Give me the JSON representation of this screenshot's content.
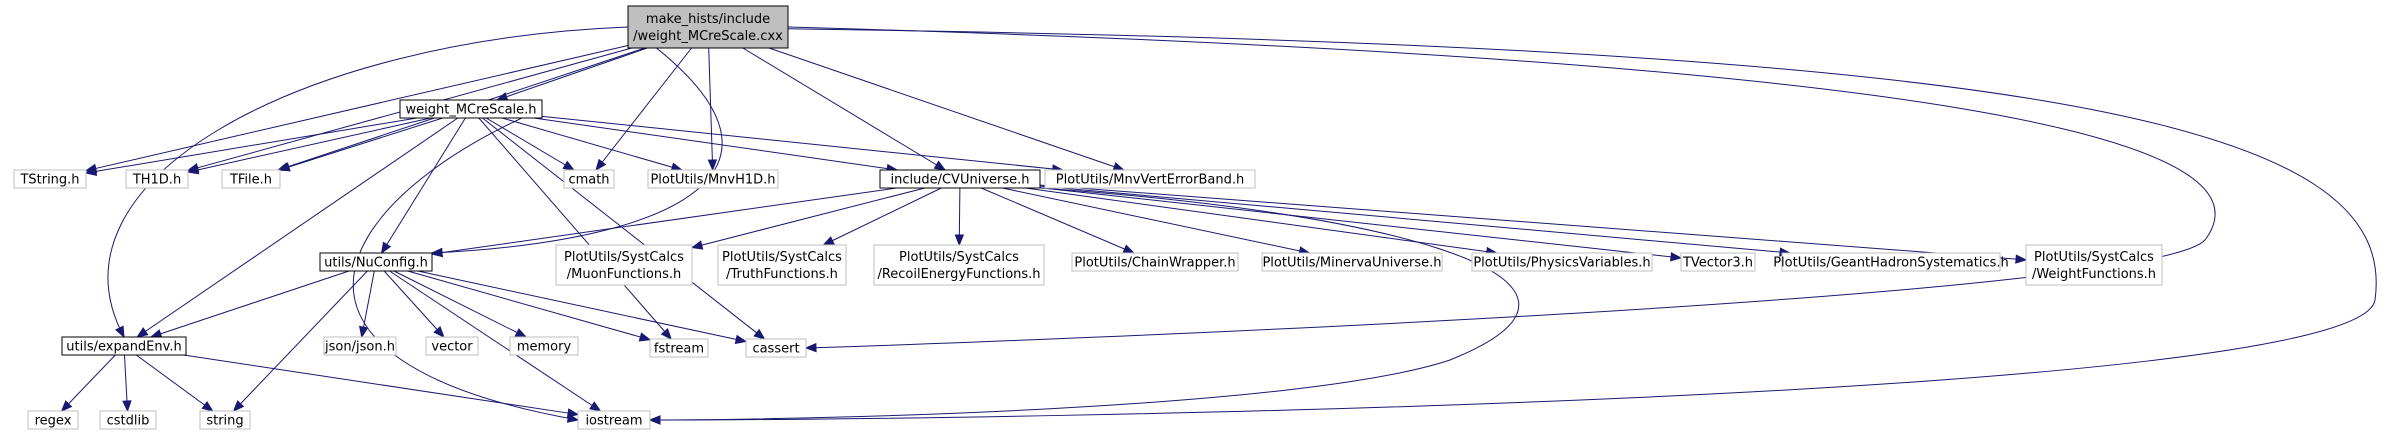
{
  "colors": {
    "root_fill": "#bfbfbf",
    "edge": "#191970",
    "documented_border": "#000000",
    "external_border": "#bfbfbf",
    "external_text": "#404040",
    "documented_text": "#000000"
  },
  "nodes": [
    {
      "id": "root",
      "lines": [
        "make_hists/include",
        "/weight_MCreScale.cxx"
      ],
      "kind": "root"
    },
    {
      "id": "weight_h",
      "lines": [
        "weight_MCreScale.h"
      ],
      "kind": "documented"
    },
    {
      "id": "cvuniverse",
      "lines": [
        "include/CVUniverse.h"
      ],
      "kind": "documented"
    },
    {
      "id": "nuconfig",
      "lines": [
        "utils/NuConfig.h"
      ],
      "kind": "documented"
    },
    {
      "id": "expandenv",
      "lines": [
        "utils/expandEnv.h"
      ],
      "kind": "documented"
    },
    {
      "id": "tstring",
      "lines": [
        "TString.h"
      ],
      "kind": "external"
    },
    {
      "id": "th1d",
      "lines": [
        "TH1D.h"
      ],
      "kind": "external"
    },
    {
      "id": "tfile",
      "lines": [
        "TFile.h"
      ],
      "kind": "external"
    },
    {
      "id": "cmath",
      "lines": [
        "cmath"
      ],
      "kind": "external"
    },
    {
      "id": "mnvh1d",
      "lines": [
        "PlotUtils/MnvH1D.h"
      ],
      "kind": "external"
    },
    {
      "id": "mnvvert",
      "lines": [
        "PlotUtils/MnvVertErrorBand.h"
      ],
      "kind": "external"
    },
    {
      "id": "muonfunc",
      "lines": [
        "PlotUtils/SystCalcs",
        "/MuonFunctions.h"
      ],
      "kind": "external"
    },
    {
      "id": "truthfunc",
      "lines": [
        "PlotUtils/SystCalcs",
        "/TruthFunctions.h"
      ],
      "kind": "external"
    },
    {
      "id": "recoilfunc",
      "lines": [
        "PlotUtils/SystCalcs",
        "/RecoilEnergyFunctions.h"
      ],
      "kind": "external"
    },
    {
      "id": "chainwrapper",
      "lines": [
        "PlotUtils/ChainWrapper.h"
      ],
      "kind": "external"
    },
    {
      "id": "minervauniverse",
      "lines": [
        "PlotUtils/MinervaUniverse.h"
      ],
      "kind": "external"
    },
    {
      "id": "physicsvars",
      "lines": [
        "PlotUtils/PhysicsVariables.h"
      ],
      "kind": "external"
    },
    {
      "id": "tvector3",
      "lines": [
        "TVector3.h"
      ],
      "kind": "external"
    },
    {
      "id": "geanthadron",
      "lines": [
        "PlotUtils/GeantHadronSystematics.h"
      ],
      "kind": "external"
    },
    {
      "id": "weightfunc",
      "lines": [
        "PlotUtils/SystCalcs",
        "/WeightFunctions.h"
      ],
      "kind": "external"
    },
    {
      "id": "jsonh",
      "lines": [
        "json/json.h"
      ],
      "kind": "external"
    },
    {
      "id": "vector",
      "lines": [
        "vector"
      ],
      "kind": "external"
    },
    {
      "id": "memory",
      "lines": [
        "memory"
      ],
      "kind": "external"
    },
    {
      "id": "fstream",
      "lines": [
        "fstream"
      ],
      "kind": "external"
    },
    {
      "id": "cassert",
      "lines": [
        "cassert"
      ],
      "kind": "external"
    },
    {
      "id": "regex",
      "lines": [
        "regex"
      ],
      "kind": "external"
    },
    {
      "id": "cstdlib",
      "lines": [
        "cstdlib"
      ],
      "kind": "external"
    },
    {
      "id": "string",
      "lines": [
        "string"
      ],
      "kind": "external"
    },
    {
      "id": "iostream",
      "lines": [
        "iostream"
      ],
      "kind": "external"
    }
  ],
  "edges": [
    [
      "root",
      "weight_h"
    ],
    [
      "root",
      "tstring"
    ],
    [
      "root",
      "th1d"
    ],
    [
      "root",
      "tfile"
    ],
    [
      "root",
      "cmath"
    ],
    [
      "root",
      "mnvh1d"
    ],
    [
      "root",
      "mnvvert"
    ],
    [
      "root",
      "cvuniverse"
    ],
    [
      "root",
      "nuconfig"
    ],
    [
      "root",
      "expandenv"
    ],
    [
      "root",
      "cassert"
    ],
    [
      "root",
      "iostream"
    ],
    [
      "weight_h",
      "tstring"
    ],
    [
      "weight_h",
      "th1d"
    ],
    [
      "weight_h",
      "tfile"
    ],
    [
      "weight_h",
      "cmath"
    ],
    [
      "weight_h",
      "mnvh1d"
    ],
    [
      "weight_h",
      "mnvvert"
    ],
    [
      "weight_h",
      "cvuniverse"
    ],
    [
      "weight_h",
      "nuconfig"
    ],
    [
      "weight_h",
      "expandenv"
    ],
    [
      "weight_h",
      "fstream"
    ],
    [
      "weight_h",
      "cassert"
    ],
    [
      "weight_h",
      "iostream"
    ],
    [
      "cvuniverse",
      "nuconfig"
    ],
    [
      "cvuniverse",
      "muonfunc"
    ],
    [
      "cvuniverse",
      "truthfunc"
    ],
    [
      "cvuniverse",
      "recoilfunc"
    ],
    [
      "cvuniverse",
      "chainwrapper"
    ],
    [
      "cvuniverse",
      "minervauniverse"
    ],
    [
      "cvuniverse",
      "physicsvars"
    ],
    [
      "cvuniverse",
      "tvector3"
    ],
    [
      "cvuniverse",
      "geanthadron"
    ],
    [
      "cvuniverse",
      "weightfunc"
    ],
    [
      "cvuniverse",
      "iostream"
    ],
    [
      "nuconfig",
      "expandenv"
    ],
    [
      "nuconfig",
      "jsonh"
    ],
    [
      "nuconfig",
      "vector"
    ],
    [
      "nuconfig",
      "memory"
    ],
    [
      "nuconfig",
      "fstream"
    ],
    [
      "nuconfig",
      "cassert"
    ],
    [
      "nuconfig",
      "iostream"
    ],
    [
      "nuconfig",
      "string"
    ],
    [
      "expandenv",
      "regex"
    ],
    [
      "expandenv",
      "cstdlib"
    ],
    [
      "expandenv",
      "string"
    ],
    [
      "expandenv",
      "iostream"
    ]
  ]
}
